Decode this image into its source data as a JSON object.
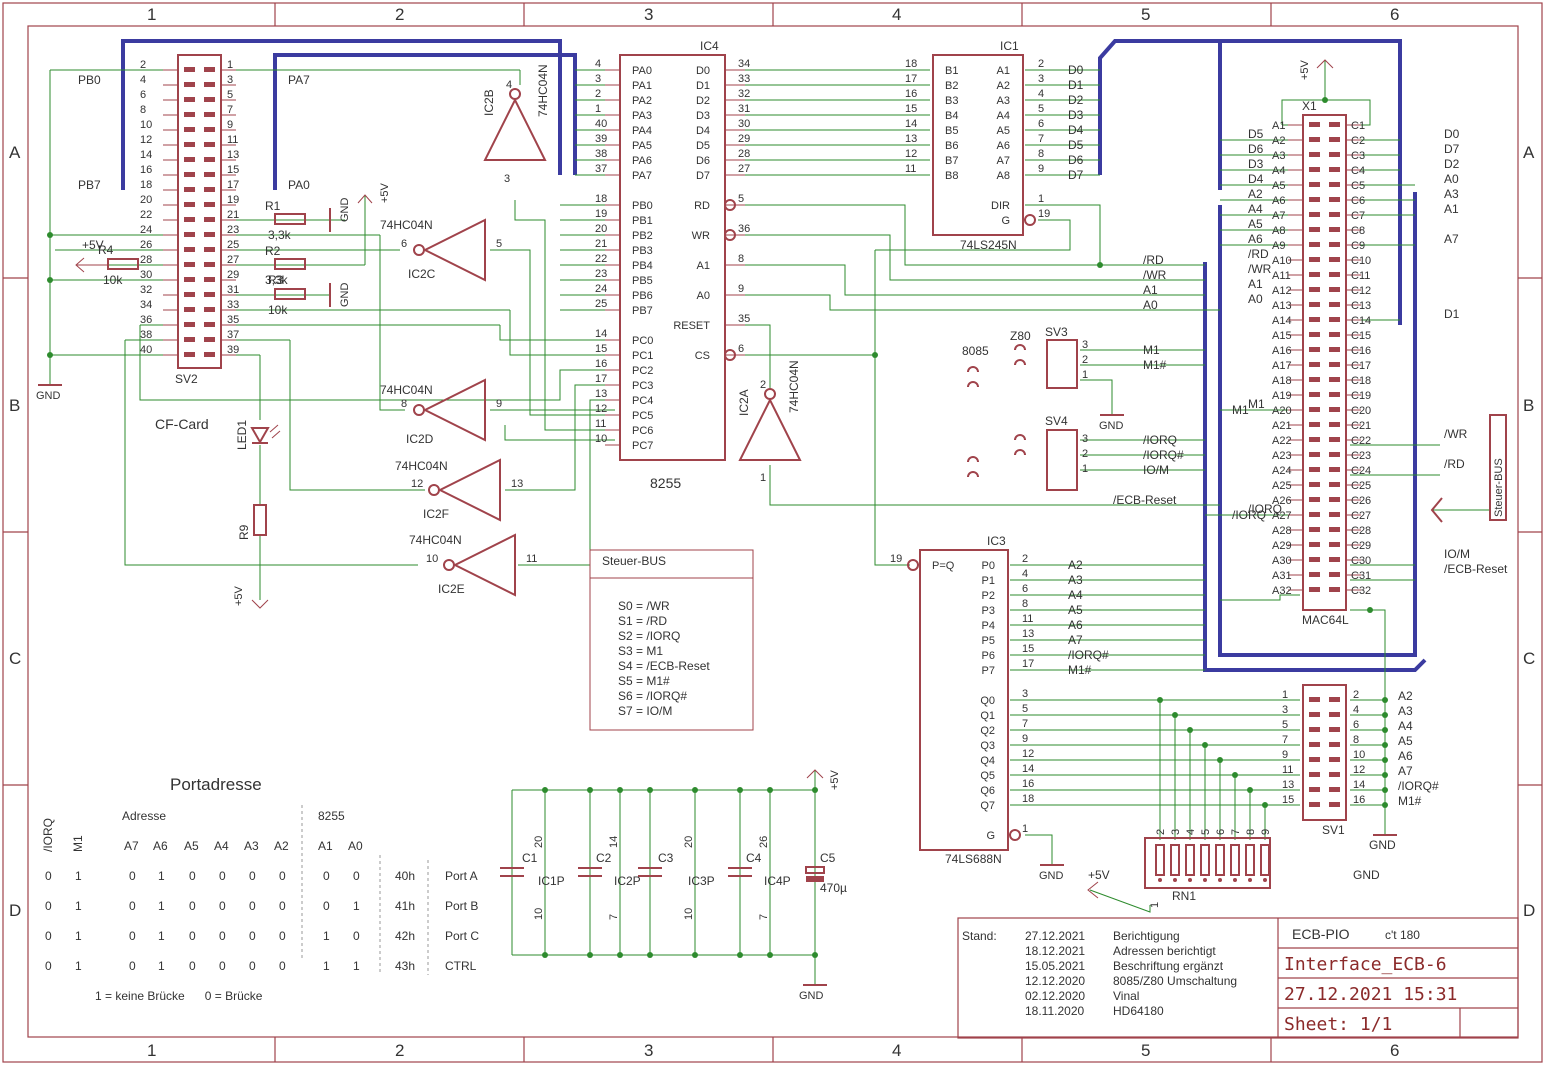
{
  "border": {
    "columns": [
      "1",
      "2",
      "3",
      "4",
      "5",
      "6"
    ],
    "rows": [
      "A",
      "B",
      "C",
      "D"
    ]
  },
  "ic4": {
    "name": "IC4",
    "value": "8255",
    "left_pins": [
      {
        "num": "4",
        "label": "PA0"
      },
      {
        "num": "3",
        "label": "PA1"
      },
      {
        "num": "2",
        "label": "PA2"
      },
      {
        "num": "1",
        "label": "PA3"
      },
      {
        "num": "40",
        "label": "PA4"
      },
      {
        "num": "39",
        "label": "PA5"
      },
      {
        "num": "38",
        "label": "PA6"
      },
      {
        "num": "37",
        "label": "PA7"
      },
      {
        "num": "18",
        "label": "PB0"
      },
      {
        "num": "19",
        "label": "PB1"
      },
      {
        "num": "20",
        "label": "PB2"
      },
      {
        "num": "21",
        "label": "PB3"
      },
      {
        "num": "22",
        "label": "PB4"
      },
      {
        "num": "23",
        "label": "PB5"
      },
      {
        "num": "24",
        "label": "PB6"
      },
      {
        "num": "25",
        "label": "PB7"
      },
      {
        "num": "14",
        "label": "PC0"
      },
      {
        "num": "15",
        "label": "PC1"
      },
      {
        "num": "16",
        "label": "PC2"
      },
      {
        "num": "17",
        "label": "PC3"
      },
      {
        "num": "13",
        "label": "PC4"
      },
      {
        "num": "12",
        "label": "PC5"
      },
      {
        "num": "11",
        "label": "PC6"
      },
      {
        "num": "10",
        "label": "PC7"
      }
    ],
    "right_pins": [
      {
        "num": "34",
        "label": "D0"
      },
      {
        "num": "33",
        "label": "D1"
      },
      {
        "num": "32",
        "label": "D2"
      },
      {
        "num": "31",
        "label": "D3"
      },
      {
        "num": "30",
        "label": "D4"
      },
      {
        "num": "29",
        "label": "D5"
      },
      {
        "num": "28",
        "label": "D6"
      },
      {
        "num": "27",
        "label": "D7"
      },
      {
        "num": "5",
        "label": "RD"
      },
      {
        "num": "36",
        "label": "WR"
      },
      {
        "num": "8",
        "label": "A1"
      },
      {
        "num": "9",
        "label": "A0"
      },
      {
        "num": "35",
        "label": "RESET"
      },
      {
        "num": "6",
        "label": "CS"
      }
    ]
  },
  "ic1": {
    "name": "IC1",
    "value": "74LS245N",
    "left_pins": [
      {
        "num": "18",
        "label": "B1"
      },
      {
        "num": "17",
        "label": "B2"
      },
      {
        "num": "16",
        "label": "B3"
      },
      {
        "num": "15",
        "label": "B4"
      },
      {
        "num": "14",
        "label": "B5"
      },
      {
        "num": "13",
        "label": "B6"
      },
      {
        "num": "12",
        "label": "B7"
      },
      {
        "num": "11",
        "label": "B8"
      }
    ],
    "right_pins": [
      {
        "num": "2",
        "label": "A1",
        "net": "D0"
      },
      {
        "num": "3",
        "label": "A2",
        "net": "D1"
      },
      {
        "num": "4",
        "label": "A3",
        "net": "D2"
      },
      {
        "num": "5",
        "label": "A4",
        "net": "D3"
      },
      {
        "num": "6",
        "label": "A5",
        "net": "D4"
      },
      {
        "num": "7",
        "label": "A6",
        "net": "D5"
      },
      {
        "num": "8",
        "label": "A7",
        "net": "D6"
      },
      {
        "num": "9",
        "label": "A8",
        "net": "D7"
      }
    ],
    "dir_pin": {
      "num": "1",
      "label": "DIR"
    },
    "g_pin": {
      "num": "19",
      "label": "G"
    }
  },
  "ic3": {
    "name": "IC3",
    "value": "74LS688N",
    "pq_pin": {
      "num": "19",
      "label": "P=Q"
    },
    "p_pins": [
      {
        "num": "2",
        "label": "P0",
        "net": "A2"
      },
      {
        "num": "4",
        "label": "P1",
        "net": "A3"
      },
      {
        "num": "6",
        "label": "P2",
        "net": "A4"
      },
      {
        "num": "8",
        "label": "P3",
        "net": "A5"
      },
      {
        "num": "11",
        "label": "P4",
        "net": "A6"
      },
      {
        "num": "13",
        "label": "P5",
        "net": "A7"
      },
      {
        "num": "15",
        "label": "P6",
        "net": "/IORQ#"
      },
      {
        "num": "17",
        "label": "P7",
        "net": "M1#"
      }
    ],
    "q_pins": [
      {
        "num": "3",
        "label": "Q0"
      },
      {
        "num": "5",
        "label": "Q1"
      },
      {
        "num": "7",
        "label": "Q2"
      },
      {
        "num": "9",
        "label": "Q3"
      },
      {
        "num": "12",
        "label": "Q4"
      },
      {
        "num": "14",
        "label": "Q5"
      },
      {
        "num": "16",
        "label": "Q6"
      },
      {
        "num": "18",
        "label": "Q7"
      }
    ],
    "g_pin": {
      "num": "1",
      "label": "G"
    }
  },
  "sv2": {
    "name": "SV2",
    "caption": "CF-Card",
    "left_nums": [
      "2",
      "4",
      "6",
      "8",
      "10",
      "12",
      "14",
      "16",
      "18",
      "20",
      "22",
      "24",
      "26",
      "28",
      "30",
      "32",
      "34",
      "36",
      "38",
      "40"
    ],
    "right_nums": [
      "1",
      "3",
      "5",
      "7",
      "9",
      "11",
      "13",
      "15",
      "17",
      "19",
      "21",
      "23",
      "25",
      "27",
      "29",
      "31",
      "33",
      "35",
      "37",
      "39"
    ],
    "net_labels": {
      "pb0": "PB0",
      "pb7": "PB7",
      "pa7": "PA7",
      "pa0": "PA0"
    }
  },
  "x1": {
    "name": "X1",
    "value": "MAC64L",
    "a_pins": [
      "A1",
      "A2",
      "A3",
      "A4",
      "A5",
      "A6",
      "A7",
      "A8",
      "A9",
      "A10",
      "A11",
      "A12",
      "A13",
      "A14",
      "A15",
      "A16",
      "A17",
      "A18",
      "A19",
      "A20",
      "A21",
      "A22",
      "A23",
      "A24",
      "A25",
      "A26",
      "A27",
      "A28",
      "A29",
      "A30",
      "A31",
      "A32"
    ],
    "c_pins": [
      "C1",
      "C2",
      "C3",
      "C4",
      "C5",
      "C6",
      "C7",
      "C8",
      "C9",
      "C10",
      "C11",
      "C12",
      "C13",
      "C14",
      "C15",
      "C16",
      "C17",
      "C18",
      "C19",
      "C20",
      "C21",
      "C22",
      "C23",
      "C24",
      "C25",
      "C26",
      "C27",
      "C28",
      "C29",
      "C30",
      "C31",
      "C32"
    ],
    "left_nets": [
      "",
      "D5",
      "D6",
      "D3",
      "D4",
      "A2",
      "A4",
      "A5",
      "A6",
      "/RD",
      "/WR",
      "A1",
      "A0",
      "",
      "",
      "",
      "",
      "",
      "",
      "M1",
      "",
      "",
      "",
      "",
      "",
      "",
      "/IORQ",
      "",
      "",
      "",
      "",
      ""
    ],
    "right_nets": [
      "",
      "D0",
      "D7",
      "D2",
      "A0",
      "A3",
      "A1",
      "",
      "A7",
      "",
      "",
      "",
      "",
      "D1",
      "",
      "",
      "",
      "",
      "",
      "",
      "",
      "/WR",
      "",
      "/RD",
      "",
      "",
      "",
      "",
      "",
      "IO/M",
      "/ECB-Reset",
      ""
    ],
    "supply": "+5V"
  },
  "gates": {
    "ic2b": {
      "name": "IC2B",
      "value": "74HC04N",
      "in": "3",
      "out": "4"
    },
    "ic2c": {
      "name": "IC2C",
      "value": "74HC04N",
      "in": "5",
      "out": "6"
    },
    "ic2d": {
      "name": "IC2D",
      "value": "74HC04N",
      "in": "9",
      "out": "8"
    },
    "ic2f": {
      "name": "IC2F",
      "value": "74HC04N",
      "in": "13",
      "out": "12"
    },
    "ic2e": {
      "name": "IC2E",
      "value": "74HC04N",
      "in": "11",
      "out": "10"
    },
    "ic2a": {
      "name": "IC2A",
      "value": "74HC04N",
      "in": "1",
      "out": "2"
    }
  },
  "resistors": {
    "r1": {
      "name": "R1",
      "value": "3,3k",
      "pin": "21"
    },
    "r2": {
      "name": "R2",
      "value": "3,3k",
      "pin": "27"
    },
    "r3": {
      "name": "R3",
      "value": "10k",
      "pin": "31"
    },
    "r4": {
      "name": "R4",
      "value": "10k"
    },
    "r9": {
      "name": "R9"
    }
  },
  "led": {
    "name": "LED1"
  },
  "supply": {
    "vcc": "+5V",
    "gnd": "GND"
  },
  "sv3": {
    "name": "SV3",
    "pins": [
      "3",
      "2",
      "1"
    ],
    "nets": [
      "M1",
      "M1#"
    ],
    "jumper_a": "Z80",
    "jumper_b": "8085"
  },
  "sv4": {
    "name": "SV4",
    "pins": [
      "3",
      "2",
      "1"
    ],
    "nets": [
      "/IORQ",
      "/IORQ#",
      "IO/M"
    ]
  },
  "sv1": {
    "name": "SV1",
    "left_nums": [
      "1",
      "3",
      "5",
      "7",
      "9",
      "11",
      "13",
      "15"
    ],
    "right_nums": [
      "2",
      "4",
      "6",
      "8",
      "10",
      "12",
      "14",
      "16"
    ],
    "nets": [
      "A2",
      "A3",
      "A4",
      "A5",
      "A6",
      "A7",
      "/IORQ#",
      "M1#"
    ]
  },
  "rn1": {
    "name": "RN1",
    "pins": [
      "2",
      "3",
      "4",
      "5",
      "6",
      "7",
      "8",
      "9"
    ],
    "common": "1"
  },
  "bus_labels": {
    "wr": "/WR",
    "rd": "/RD",
    "a1": "A1",
    "a0": "A0",
    "m1": "M1",
    "iorq": "/IORQ",
    "ecb_reset": "/ECB-Reset",
    "steuer_bus": "Steuer-BUS",
    "d_nets": [
      "D0",
      "D1",
      "D2",
      "D3",
      "D4",
      "D5",
      "D6",
      "D7"
    ],
    "a_nets": [
      "A2",
      "A3",
      "A4",
      "A5",
      "A6",
      "A7",
      "/IORQ#",
      "M1#"
    ]
  },
  "steuer_box": {
    "title": "Steuer-BUS",
    "lines": [
      "S0 = /WR",
      "S1 = /RD",
      "S2 = /IORQ",
      "S3 = M1",
      "S4 = /ECB-Reset",
      "S5 = M1#",
      "S6 = /IORQ#",
      "S7 = IO/M"
    ]
  },
  "caps": [
    {
      "name": "C1",
      "ic": "IC1P",
      "vcc_pin": "20",
      "gnd_pin": "10"
    },
    {
      "name": "C2",
      "ic": "IC2P",
      "vcc_pin": "14",
      "gnd_pin": "7"
    },
    {
      "name": "C3",
      "ic": "IC3P",
      "vcc_pin": "20",
      "gnd_pin": "10"
    },
    {
      "name": "C4",
      "ic": "IC4P",
      "vcc_pin": "26",
      "gnd_pin": "7"
    },
    {
      "name": "C5",
      "value": "470µ"
    }
  ],
  "port_table": {
    "title": "Portadresse",
    "group_adresse": "Adresse",
    "group_8255": "8255",
    "headers": [
      "/IORQ",
      "M1",
      "A7",
      "A6",
      "A5",
      "A4",
      "A3",
      "A2",
      "A1",
      "A0"
    ],
    "rows": [
      {
        "bits": [
          "0",
          "1",
          "0",
          "1",
          "0",
          "0",
          "0",
          "0",
          "0",
          "0"
        ],
        "hex": "40h",
        "port": "Port A"
      },
      {
        "bits": [
          "0",
          "1",
          "0",
          "1",
          "0",
          "0",
          "0",
          "0",
          "0",
          "1"
        ],
        "hex": "41h",
        "port": "Port B"
      },
      {
        "bits": [
          "0",
          "1",
          "0",
          "1",
          "0",
          "0",
          "0",
          "0",
          "1",
          "0"
        ],
        "hex": "42h",
        "port": "Port C"
      },
      {
        "bits": [
          "0",
          "1",
          "0",
          "1",
          "0",
          "0",
          "0",
          "0",
          "1",
          "1"
        ],
        "hex": "43h",
        "port": "CTRL"
      }
    ],
    "legend": "1 = keine Brücke      0 = Brücke"
  },
  "title_block": {
    "stand_label": "Stand:",
    "history": [
      {
        "date": "27.12.2021",
        "text": "Berichtigung"
      },
      {
        "date": "18.12.2021",
        "text": "Adressen berichtigt"
      },
      {
        "date": "15.05.2021",
        "text": "Beschriftung ergänzt"
      },
      {
        "date": "12.12.2020",
        "text": "8085/Z80 Umschaltung"
      },
      {
        "date": "02.12.2020",
        "text": "Vinal"
      },
      {
        "date": "18.11.2020",
        "text": "HD64180"
      }
    ],
    "project": "ECB-PIO",
    "magazine": "c't 180",
    "drawing": "Interface_ECB-6",
    "datetime": "27.12.2021 15:31",
    "sheet": "Sheet: 1/1"
  }
}
